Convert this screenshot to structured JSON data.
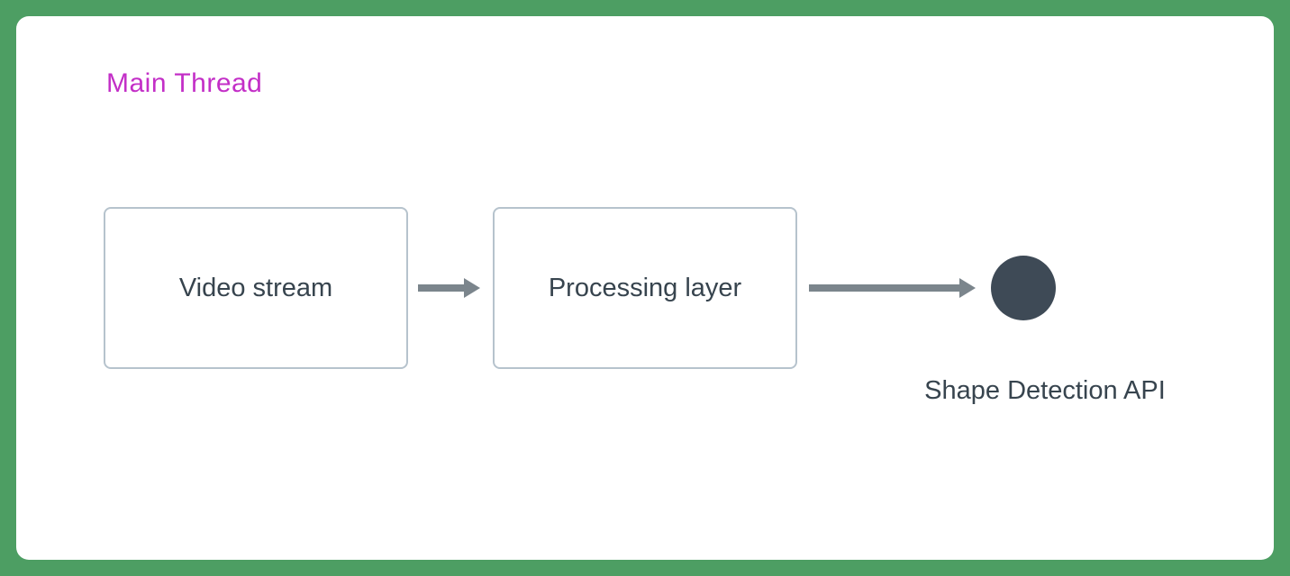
{
  "diagram": {
    "title": "Main Thread",
    "nodes": [
      {
        "label": "Video stream"
      },
      {
        "label": "Processing layer"
      }
    ],
    "endpoint": {
      "label": "Shape Detection API"
    },
    "flow": [
      "Video stream",
      "Processing layer",
      "Shape Detection API"
    ]
  },
  "colors": {
    "background_green": "#4d9e63",
    "panel_white": "#ffffff",
    "title_magenta": "#c32fc7",
    "node_border": "#b6c3cd",
    "node_text": "#37444e",
    "arrow_gray": "#7b858c",
    "endpoint_circle": "#3e4a56"
  }
}
